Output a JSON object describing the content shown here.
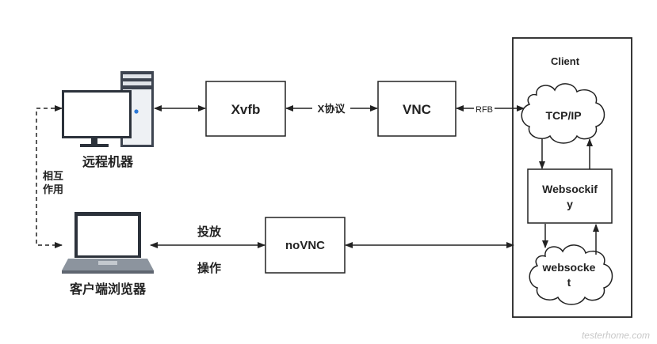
{
  "nodes": {
    "remote_machine": "远程机器",
    "client_browser": "客户端浏览器",
    "xvfb": "Xvfb",
    "vnc": "VNC",
    "novnc": "noVNC",
    "client": "Client",
    "tcp_ip": "TCP/IP",
    "websockify_line1": "Websockif",
    "websockify_line2": "y",
    "websocket_line1": "websocke",
    "websocket_line2": "t"
  },
  "edges": {
    "x_protocol": "X协议",
    "rfb": "RFB",
    "interaction_line1": "相互",
    "interaction_line2": "作用",
    "cast": "投放",
    "operate": "操作"
  },
  "watermark": "testerhome.com"
}
